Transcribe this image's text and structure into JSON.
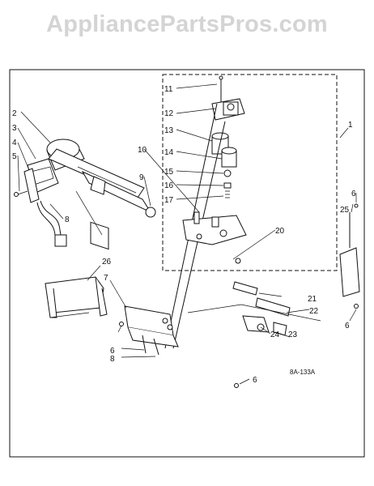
{
  "watermark": "AppliancePartsPros.com",
  "diagram_code": "8A-133A",
  "callouts": [
    {
      "id": "c1",
      "text": "1"
    },
    {
      "id": "c2",
      "text": "2"
    },
    {
      "id": "c3",
      "text": "3"
    },
    {
      "id": "c4",
      "text": "4"
    },
    {
      "id": "c5",
      "text": "5"
    },
    {
      "id": "c6a",
      "text": "6"
    },
    {
      "id": "c6b",
      "text": "6"
    },
    {
      "id": "c6c",
      "text": "6"
    },
    {
      "id": "c6d",
      "text": "6"
    },
    {
      "id": "c7",
      "text": "7"
    },
    {
      "id": "c8a",
      "text": "8"
    },
    {
      "id": "c8b",
      "text": "8"
    },
    {
      "id": "c9",
      "text": "9"
    },
    {
      "id": "c10",
      "text": "10"
    },
    {
      "id": "c11",
      "text": "11"
    },
    {
      "id": "c12",
      "text": "12"
    },
    {
      "id": "c13",
      "text": "13"
    },
    {
      "id": "c14",
      "text": "14"
    },
    {
      "id": "c15",
      "text": "15"
    },
    {
      "id": "c16",
      "text": "16"
    },
    {
      "id": "c17",
      "text": "17"
    },
    {
      "id": "c20",
      "text": "20"
    },
    {
      "id": "c21",
      "text": "21"
    },
    {
      "id": "c22",
      "text": "22"
    },
    {
      "id": "c23",
      "text": "23"
    },
    {
      "id": "c24",
      "text": "24"
    },
    {
      "id": "c25",
      "text": "25"
    },
    {
      "id": "c26",
      "text": "26"
    }
  ]
}
